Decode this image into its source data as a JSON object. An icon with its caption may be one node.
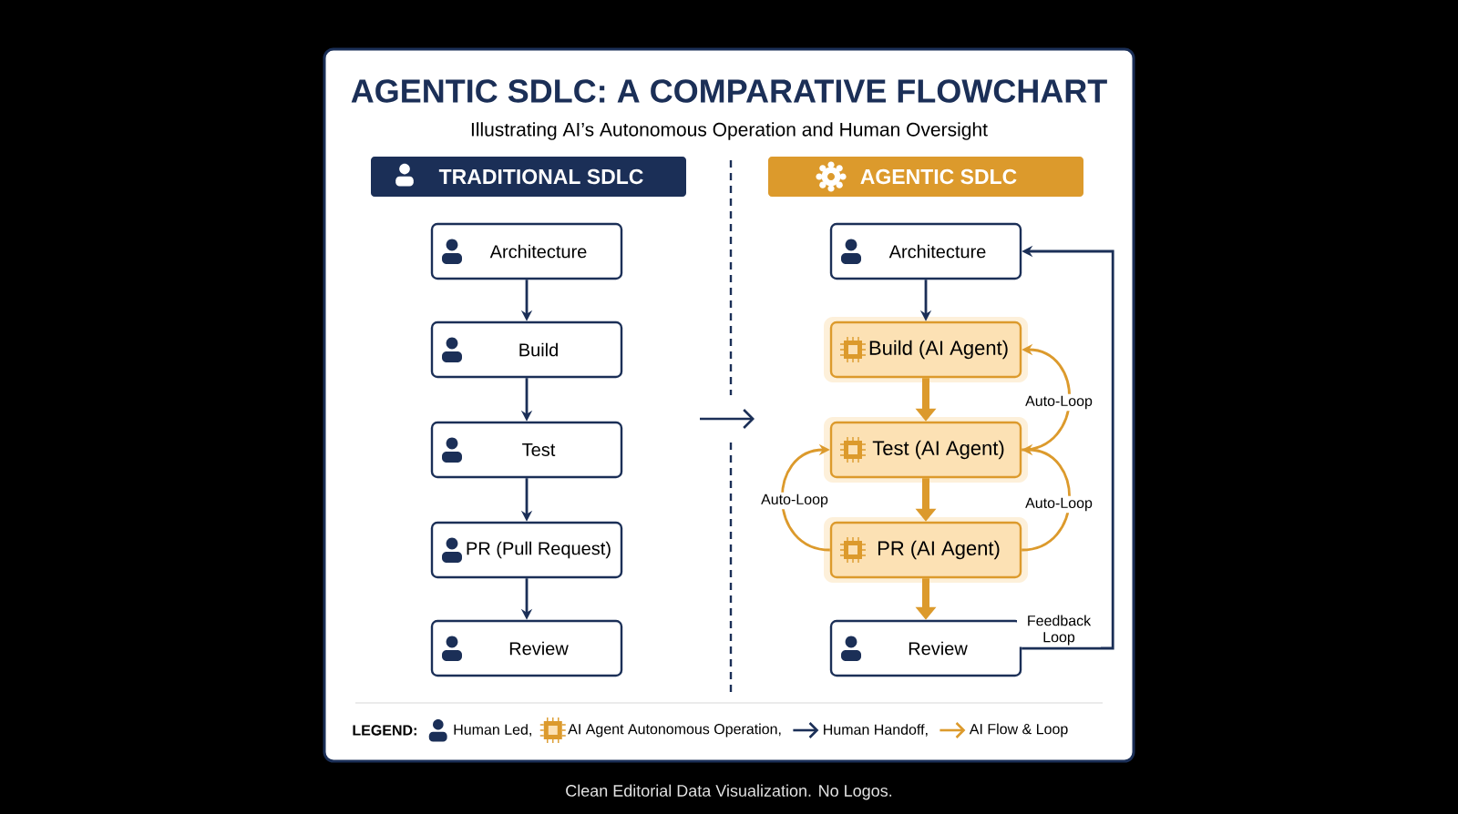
{
  "diagram": {
    "title": "AGENTIC SDLC: A COMPARATIVE FLOWCHART",
    "caption": "Clean Editorial Data Visualization. No Logos.",
    "nodes": [
      {
        "text": [
          "TRADITIONAL SDLC"
        ]
      },
      {
        "text": [
          "Architecture"
        ]
      },
      {
        "text": [
          "Build"
        ]
      },
      {
        "text": [
          "Test"
        ]
      },
      {
        "text": [
          "PR (Pull Request)"
        ]
      },
      {
        "text": [
          "Review"
        ]
      },
      {
        "text": [
          "AGENTIC SDLC"
        ]
      },
      {
        "text": [
          "Architecture"
        ]
      },
      {
        "text": [
          "Build (AI Agent)"
        ]
      },
      {
        "text": [
          "Test (AI Agent)"
        ]
      },
      {
        "text": [
          "PR (AI Agent)"
        ]
      },
      {
        "text": [
          "Review"
        ]
      }
    ],
    "edges": [
      {
        "from": 1,
        "to": 2,
        "arrow": "to",
        "color": "#1b2f57"
      },
      {
        "from": 2,
        "to": 3,
        "arrow": "to",
        "color": "#1b2f57"
      },
      {
        "from": 3,
        "to": 4,
        "arrow": "to",
        "color": "#1b2f57"
      },
      {
        "from": 4,
        "to": 5,
        "arrow": "to",
        "color": "#1b2f57"
      },
      {
        "from": 7,
        "to": 8,
        "arrow": "to",
        "color": "#1b2f57"
      },
      {
        "from": 8,
        "to": 9,
        "arrow": "to",
        "style": "thick",
        "color": "#dc9a2c"
      },
      {
        "from": 9,
        "to": 10,
        "arrow": "to",
        "style": "thick",
        "color": "#dc9a2c"
      },
      {
        "from": 10,
        "to": 11,
        "arrow": "to",
        "style": "thick",
        "color": "#dc9a2c"
      },
      {
        "from": 9,
        "to": 8,
        "arrow": "to",
        "label": "Auto-Loop",
        "color": "#dc9a2c"
      },
      {
        "from": 10,
        "to": 9,
        "arrow": "to",
        "label": "Auto-Loop",
        "color": "#dc9a2c"
      },
      {
        "from": 10,
        "to": 9,
        "arrow": "to",
        "label": "Auto-Loop",
        "color": "#dc9a2c"
      },
      {
        "from": 11,
        "to": 7,
        "arrow": "to",
        "label": "Feedback Loop",
        "color": "#1b2f57"
      }
    ],
    "labels": [
      "Illustrating AI’s Autonomous Operation and Human Oversight",
      "LEGEND:"
    ],
    "legend": [
      {
        "text": "Human Led,"
      },
      {
        "text": "AI Agent Autonomous Operation,"
      },
      {
        "text": "Human Handoff,"
      },
      {
        "text": "AI Flow & Loop"
      }
    ]
  }
}
